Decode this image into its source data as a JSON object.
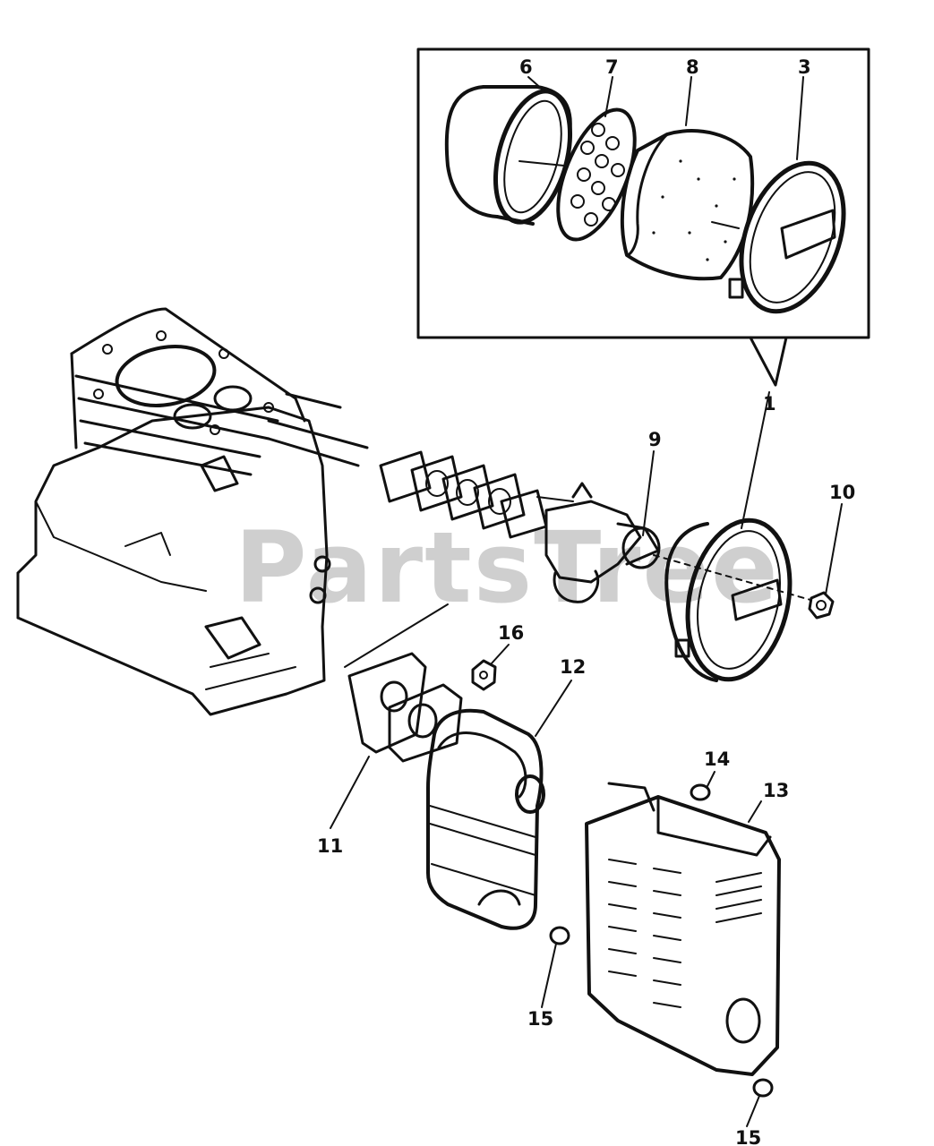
{
  "watermark": "PartsTree",
  "colors": {
    "ink": "#111111",
    "watermark": "#cfcfcf",
    "paper": "#ffffff"
  },
  "callouts": {
    "c6": "6",
    "c7": "7",
    "c8": "8",
    "c3": "3",
    "c1": "1",
    "c9": "9",
    "c10": "10",
    "c16": "16",
    "c12": "12",
    "c11": "11",
    "c14": "14",
    "c13": "13",
    "c15a": "15",
    "c15b": "15"
  }
}
